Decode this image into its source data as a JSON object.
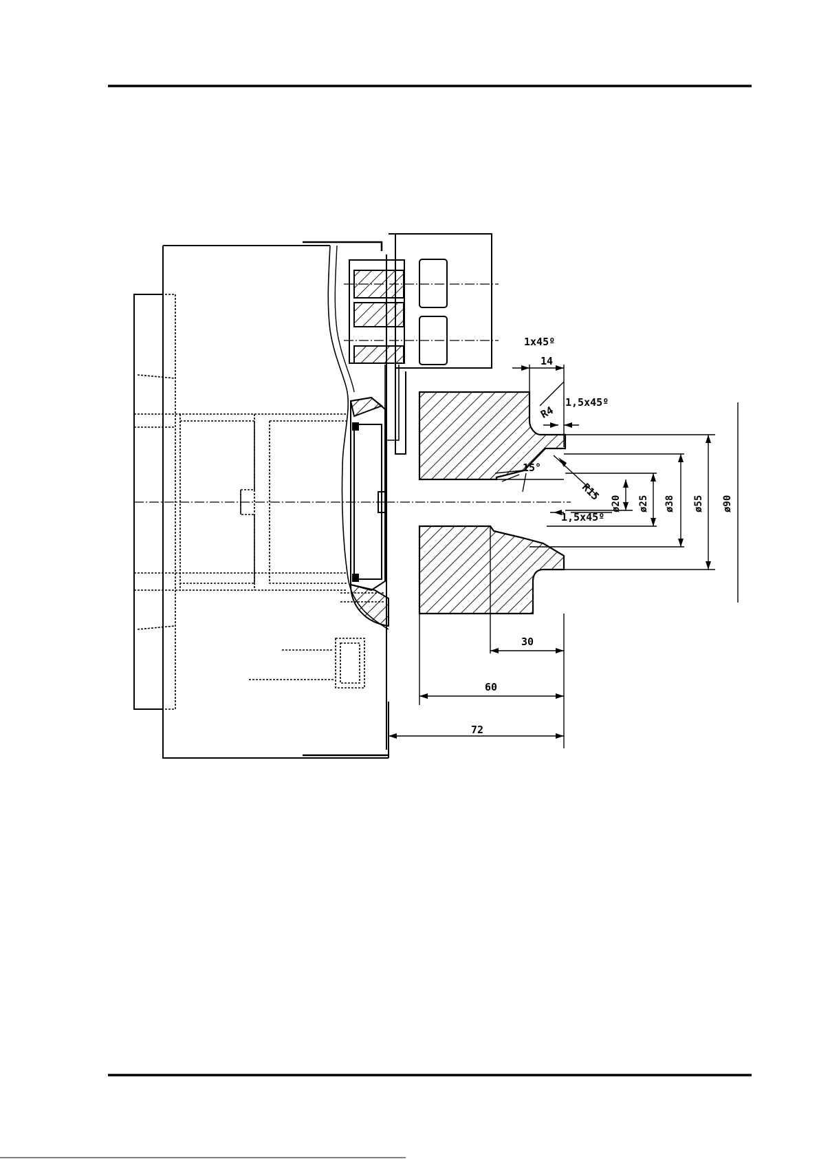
{
  "drawing": {
    "dimensions": {
      "chamfer_top": "1x45º",
      "width_14": "14",
      "radius_4": "R4",
      "chamfer_top_right": "1,5x45º",
      "angle": "15°",
      "radius_15": "R15",
      "chamfer_bottom": "1,5x45º",
      "dia_20": "ø20",
      "dia_25": "ø25",
      "dia_38": "ø38",
      "dia_55": "ø55",
      "dia_90": "ø90",
      "len_30": "30",
      "len_60": "60",
      "len_72": "72"
    }
  }
}
